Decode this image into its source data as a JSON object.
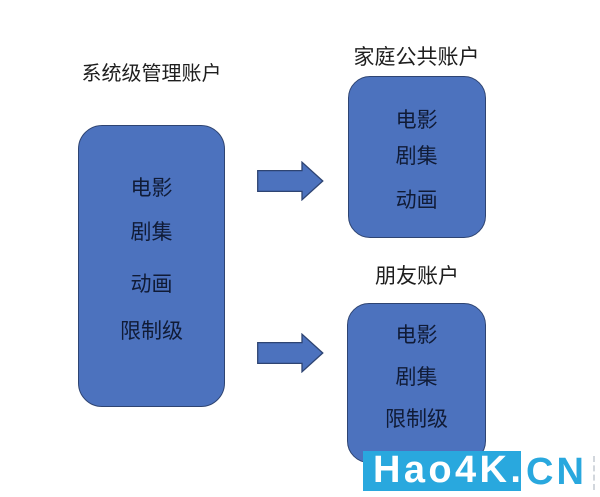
{
  "diagram": {
    "background": "#ffffff",
    "shape_fill": "#4C72BE",
    "shape_border": "#2e4472",
    "item_text_color": "#101b36",
    "title_text_color": "#1e1e1e",
    "nodes": [
      {
        "id": "admin",
        "title": "系统级管理账户",
        "items": [
          "电影",
          "剧集",
          "动画",
          "限制级"
        ]
      },
      {
        "id": "family",
        "title": "家庭公共账户",
        "items": [
          "电影",
          "剧集",
          "动画"
        ]
      },
      {
        "id": "friend",
        "title": "朋友账户",
        "items": [
          "电影",
          "剧集",
          "限制级"
        ]
      }
    ],
    "arrows": [
      {
        "id": "arrow-to-family",
        "direction": "right"
      },
      {
        "id": "arrow-to-friend",
        "direction": "right"
      }
    ]
  },
  "watermark": {
    "brand": "Hao4K.",
    "suffix": "CN",
    "background": "#29a8de",
    "brand_color": "#ffffff",
    "suffix_color": "#29a8de"
  }
}
